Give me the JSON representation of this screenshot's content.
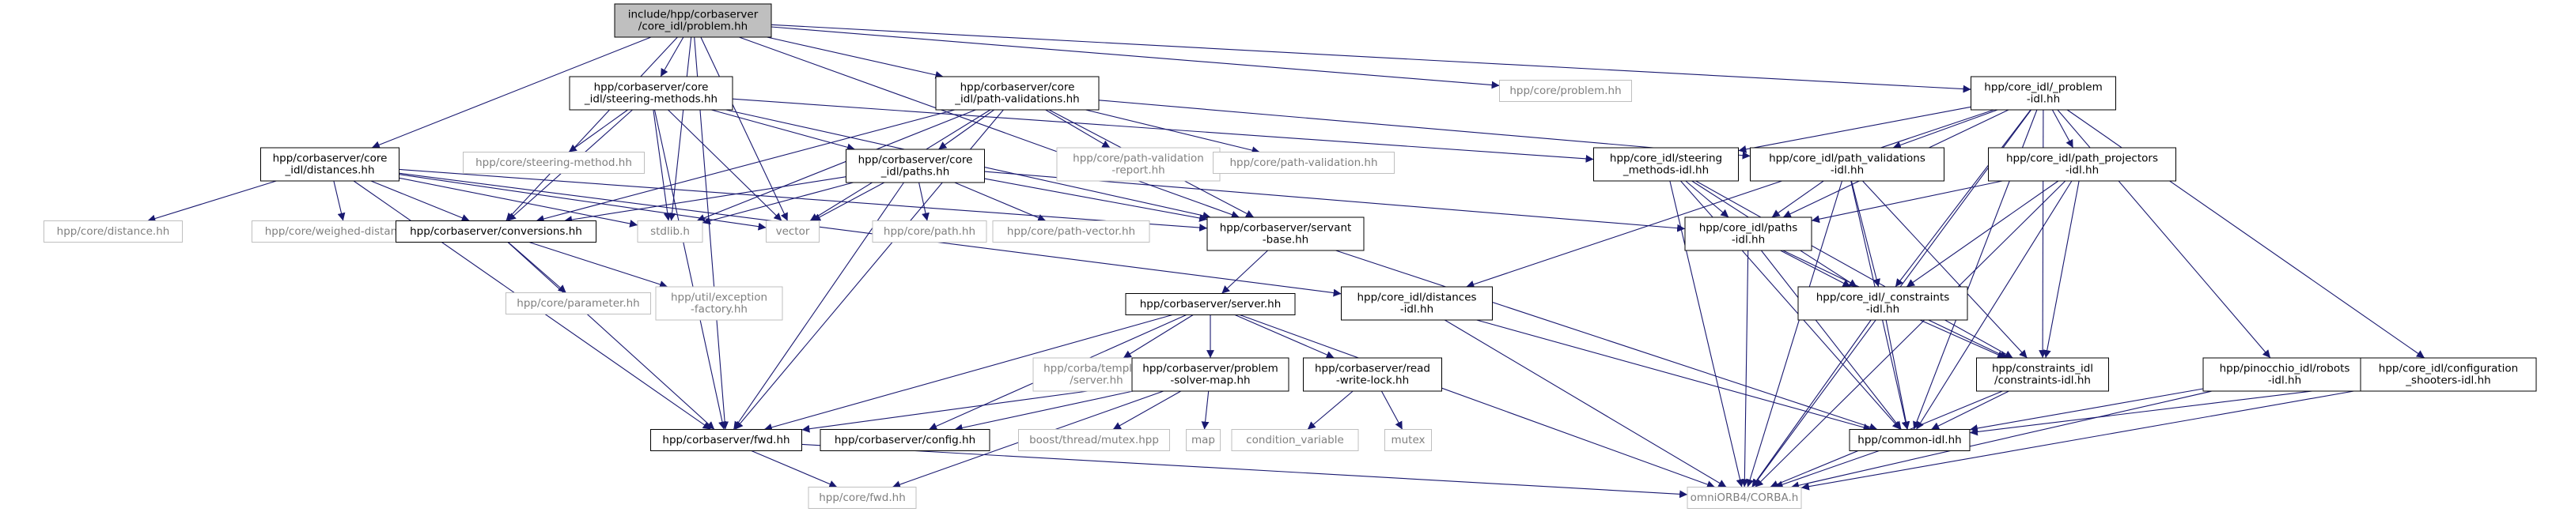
{
  "graph": {
    "colors": {
      "root_fill": "#bfbfbf",
      "node_stroke": "#000000",
      "external_stroke": "#bfbfbf",
      "external_text": "#7f7f7f",
      "edge": "#191970"
    },
    "nodes": [
      {
        "id": "root",
        "lines": [
          "include/hpp/corbaserver",
          "/core_idl/problem.hh"
        ],
        "kind": "root"
      },
      {
        "id": "steer",
        "lines": [
          "hpp/corbaserver/core",
          "_idl/steering-methods.hh"
        ],
        "kind": "file"
      },
      {
        "id": "pathval",
        "lines": [
          "hpp/corbaserver/core",
          "_idl/path-validations.hh"
        ],
        "kind": "file"
      },
      {
        "id": "probhh",
        "lines": [
          "hpp/core/problem.hh"
        ],
        "kind": "external"
      },
      {
        "id": "idlprob",
        "lines": [
          "hpp/core_idl/_problem",
          "-idl.hh"
        ],
        "kind": "file"
      },
      {
        "id": "dist",
        "lines": [
          "hpp/corbaserver/core",
          "_idl/distances.hh"
        ],
        "kind": "file"
      },
      {
        "id": "steermeth",
        "lines": [
          "hpp/core/steering-method.hh"
        ],
        "kind": "external"
      },
      {
        "id": "paths",
        "lines": [
          "hpp/corbaserver/core",
          "_idl/paths.hh"
        ],
        "kind": "file"
      },
      {
        "id": "pvreport",
        "lines": [
          "hpp/core/path-validation",
          "-report.hh"
        ],
        "kind": "external"
      },
      {
        "id": "pathvalhh",
        "lines": [
          "hpp/core/path-validation.hh"
        ],
        "kind": "external"
      },
      {
        "id": "idlsteer",
        "lines": [
          "hpp/core_idl/steering",
          "_methods-idl.hh"
        ],
        "kind": "file"
      },
      {
        "id": "idlpathval",
        "lines": [
          "hpp/core_idl/path_validations",
          "-idl.hh"
        ],
        "kind": "file"
      },
      {
        "id": "idlproj",
        "lines": [
          "hpp/core_idl/path_projectors",
          "-idl.hh"
        ],
        "kind": "file"
      },
      {
        "id": "distancehh",
        "lines": [
          "hpp/core/distance.hh"
        ],
        "kind": "external"
      },
      {
        "id": "weighed",
        "lines": [
          "hpp/core/weighed-distance.hh"
        ],
        "kind": "external"
      },
      {
        "id": "conv",
        "lines": [
          "hpp/corbaserver/conversions.hh"
        ],
        "kind": "file"
      },
      {
        "id": "stdlib",
        "lines": [
          "stdlib.h"
        ],
        "kind": "external"
      },
      {
        "id": "vector",
        "lines": [
          "vector"
        ],
        "kind": "external"
      },
      {
        "id": "pathhh",
        "lines": [
          "hpp/core/path.hh"
        ],
        "kind": "external"
      },
      {
        "id": "pathvec",
        "lines": [
          "hpp/core/path-vector.hh"
        ],
        "kind": "external"
      },
      {
        "id": "servant",
        "lines": [
          "hpp/corbaserver/servant",
          "-base.hh"
        ],
        "kind": "file"
      },
      {
        "id": "idlpaths",
        "lines": [
          "hpp/core_idl/paths",
          "-idl.hh"
        ],
        "kind": "file"
      },
      {
        "id": "param",
        "lines": [
          "hpp/core/parameter.hh"
        ],
        "kind": "external"
      },
      {
        "id": "excfact",
        "lines": [
          "hpp/util/exception",
          "-factory.hh"
        ],
        "kind": "external"
      },
      {
        "id": "idldist",
        "lines": [
          "hpp/core_idl/distances",
          "-idl.hh"
        ],
        "kind": "file"
      },
      {
        "id": "idlcons",
        "lines": [
          "hpp/core_idl/_constraints",
          "-idl.hh"
        ],
        "kind": "file"
      },
      {
        "id": "server",
        "lines": [
          "hpp/corbaserver/server.hh"
        ],
        "kind": "file"
      },
      {
        "id": "template",
        "lines": [
          "hpp/corba/template",
          "/server.hh"
        ],
        "kind": "external"
      },
      {
        "id": "psmap",
        "lines": [
          "hpp/corbaserver/problem",
          "-solver-map.hh"
        ],
        "kind": "file"
      },
      {
        "id": "rwlock",
        "lines": [
          "hpp/corbaserver/read",
          "-write-lock.hh"
        ],
        "kind": "file"
      },
      {
        "id": "considl",
        "lines": [
          "hpp/constraints_idl",
          "/constraints-idl.hh"
        ],
        "kind": "file"
      },
      {
        "id": "pinoc",
        "lines": [
          "hpp/pinocchio_idl/robots",
          "-idl.hh"
        ],
        "kind": "file"
      },
      {
        "id": "cfgshoot",
        "lines": [
          "hpp/core_idl/configuration",
          "_shooters-idl.hh"
        ],
        "kind": "file"
      },
      {
        "id": "fwd",
        "lines": [
          "hpp/corbaserver/fwd.hh"
        ],
        "kind": "file"
      },
      {
        "id": "config",
        "lines": [
          "hpp/corbaserver/config.hh"
        ],
        "kind": "file"
      },
      {
        "id": "mutexhpp",
        "lines": [
          "boost/thread/mutex.hpp"
        ],
        "kind": "external"
      },
      {
        "id": "map",
        "lines": [
          "map"
        ],
        "kind": "external"
      },
      {
        "id": "condvar",
        "lines": [
          "condition_variable"
        ],
        "kind": "external"
      },
      {
        "id": "mutex",
        "lines": [
          "mutex"
        ],
        "kind": "external"
      },
      {
        "id": "common",
        "lines": [
          "hpp/common-idl.hh"
        ],
        "kind": "file"
      },
      {
        "id": "corefwd",
        "lines": [
          "hpp/core/fwd.hh"
        ],
        "kind": "external"
      },
      {
        "id": "omni",
        "lines": [
          "omniORB4/CORBA.h"
        ],
        "kind": "external"
      }
    ],
    "edges": [
      [
        "root",
        "steer"
      ],
      [
        "root",
        "pathval"
      ],
      [
        "root",
        "probhh"
      ],
      [
        "root",
        "idlprob"
      ],
      [
        "root",
        "dist"
      ],
      [
        "root",
        "conv"
      ],
      [
        "root",
        "vector"
      ],
      [
        "root",
        "stdlib"
      ],
      [
        "root",
        "servant"
      ],
      [
        "root",
        "fwd"
      ],
      [
        "steer",
        "steermeth"
      ],
      [
        "steer",
        "paths"
      ],
      [
        "steer",
        "conv"
      ],
      [
        "steer",
        "stdlib"
      ],
      [
        "steer",
        "vector"
      ],
      [
        "steer",
        "servant"
      ],
      [
        "steer",
        "idlsteer"
      ],
      [
        "steer",
        "fwd"
      ],
      [
        "pathval",
        "paths"
      ],
      [
        "pathval",
        "pvreport"
      ],
      [
        "pathval",
        "pathvalhh"
      ],
      [
        "pathval",
        "conv"
      ],
      [
        "pathval",
        "stdlib"
      ],
      [
        "pathval",
        "vector"
      ],
      [
        "pathval",
        "servant"
      ],
      [
        "pathval",
        "idlpathval"
      ],
      [
        "pathval",
        "fwd"
      ],
      [
        "dist",
        "distancehh"
      ],
      [
        "dist",
        "weighed"
      ],
      [
        "dist",
        "conv"
      ],
      [
        "dist",
        "stdlib"
      ],
      [
        "dist",
        "vector"
      ],
      [
        "dist",
        "servant"
      ],
      [
        "dist",
        "idldist"
      ],
      [
        "dist",
        "fwd"
      ],
      [
        "paths",
        "pathhh"
      ],
      [
        "paths",
        "pathvec"
      ],
      [
        "paths",
        "conv"
      ],
      [
        "paths",
        "stdlib"
      ],
      [
        "paths",
        "vector"
      ],
      [
        "paths",
        "servant"
      ],
      [
        "paths",
        "idlpaths"
      ],
      [
        "paths",
        "fwd"
      ],
      [
        "conv",
        "param"
      ],
      [
        "conv",
        "excfact"
      ],
      [
        "conv",
        "fwd"
      ],
      [
        "servant",
        "server"
      ],
      [
        "servant",
        "common"
      ],
      [
        "server",
        "template"
      ],
      [
        "server",
        "psmap"
      ],
      [
        "server",
        "rwlock"
      ],
      [
        "server",
        "config"
      ],
      [
        "server",
        "fwd"
      ],
      [
        "server",
        "omni"
      ],
      [
        "psmap",
        "fwd"
      ],
      [
        "psmap",
        "config"
      ],
      [
        "psmap",
        "mutexhpp"
      ],
      [
        "psmap",
        "map"
      ],
      [
        "psmap",
        "corefwd"
      ],
      [
        "rwlock",
        "condvar"
      ],
      [
        "rwlock",
        "mutex"
      ],
      [
        "fwd",
        "corefwd"
      ],
      [
        "fwd",
        "omni"
      ],
      [
        "idlprob",
        "idlsteer"
      ],
      [
        "idlprob",
        "idlpathval"
      ],
      [
        "idlprob",
        "idlproj"
      ],
      [
        "idlprob",
        "idlpaths"
      ],
      [
        "idlprob",
        "idldist"
      ],
      [
        "idlprob",
        "idlcons"
      ],
      [
        "idlprob",
        "considl"
      ],
      [
        "idlprob",
        "pinoc"
      ],
      [
        "idlprob",
        "cfgshoot"
      ],
      [
        "idlprob",
        "common"
      ],
      [
        "idlprob",
        "omni"
      ],
      [
        "idlsteer",
        "idlpaths"
      ],
      [
        "idlsteer",
        "idlcons"
      ],
      [
        "idlsteer",
        "considl"
      ],
      [
        "idlsteer",
        "common"
      ],
      [
        "idlsteer",
        "omni"
      ],
      [
        "idlpathval",
        "idlpaths"
      ],
      [
        "idlpathval",
        "idlcons"
      ],
      [
        "idlpathval",
        "considl"
      ],
      [
        "idlpathval",
        "common"
      ],
      [
        "idlpathval",
        "omni"
      ],
      [
        "idlproj",
        "idlpaths"
      ],
      [
        "idlproj",
        "idlcons"
      ],
      [
        "idlproj",
        "considl"
      ],
      [
        "idlproj",
        "common"
      ],
      [
        "idlproj",
        "omni"
      ],
      [
        "idlpaths",
        "idlcons"
      ],
      [
        "idlpaths",
        "considl"
      ],
      [
        "idlpaths",
        "common"
      ],
      [
        "idlpaths",
        "omni"
      ],
      [
        "idlcons",
        "considl"
      ],
      [
        "idlcons",
        "common"
      ],
      [
        "idlcons",
        "omni"
      ],
      [
        "idldist",
        "common"
      ],
      [
        "idldist",
        "omni"
      ],
      [
        "considl",
        "common"
      ],
      [
        "considl",
        "omni"
      ],
      [
        "pinoc",
        "common"
      ],
      [
        "pinoc",
        "omni"
      ],
      [
        "cfgshoot",
        "common"
      ],
      [
        "cfgshoot",
        "omni"
      ],
      [
        "common",
        "omni"
      ]
    ]
  }
}
